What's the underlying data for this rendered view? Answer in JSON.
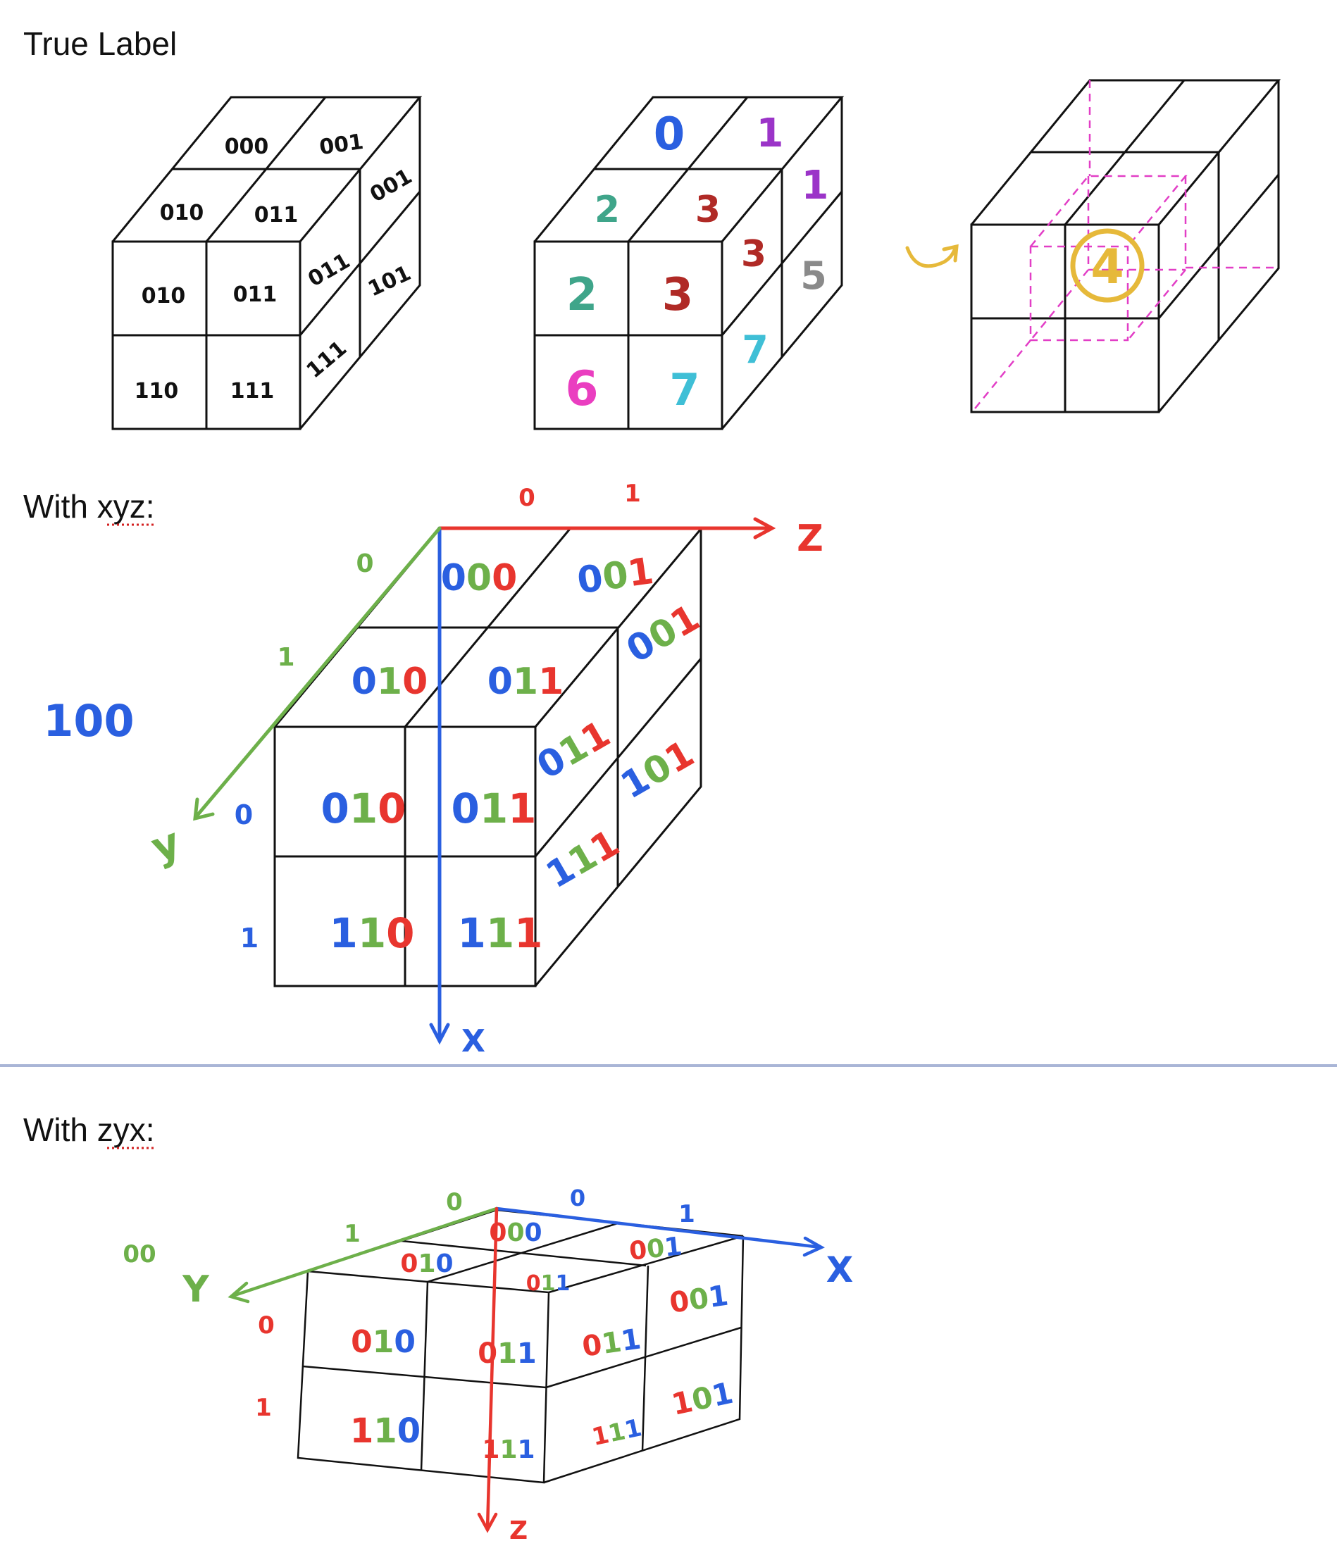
{
  "headings": {
    "true_label": "True Label",
    "xyz": "With xyz:",
    "xyz_marked": "xyz",
    "zyx": "With zyx:",
    "zyx_marked": "zyx"
  },
  "colors": {
    "red": "#e8352e",
    "blue": "#2a5fe0",
    "green": "#6db04a",
    "purple": "#9b34c8",
    "teal": "#3fa58a",
    "darkred": "#b02a26",
    "pink": "#ea3ec0",
    "cyan": "#3fbfd6",
    "gray": "#8a8a8a",
    "yellow": "#e6b93a",
    "magenta": "#e23ec6",
    "divider": "#a9b5d6"
  },
  "cube1": {
    "top_back": [
      "000",
      "001"
    ],
    "top_front": [
      "010",
      "011"
    ],
    "front_top": [
      "010",
      "011"
    ],
    "front_bottom": [
      "110",
      "111"
    ],
    "side_top": [
      "011",
      "001"
    ],
    "side_bottom": [
      "111",
      "101"
    ]
  },
  "cube2": {
    "top_back": [
      "0",
      "1"
    ],
    "top_front": [
      "2",
      "3"
    ],
    "front_top": [
      "2",
      "3"
    ],
    "front_bottom": [
      "6",
      "7"
    ],
    "side_top": [
      "3",
      "1"
    ],
    "side_bottom": [
      "7",
      "5"
    ]
  },
  "cube3": {
    "hidden_label": "4",
    "rotate_icon": "rotate-arrow-icon"
  },
  "xyz": {
    "axes": {
      "z": "Z",
      "x": "X",
      "y": "y"
    },
    "z_ticks": [
      "0",
      "1"
    ],
    "y_ticks": [
      "0",
      "1"
    ],
    "x_ticks": [
      "0",
      "1"
    ],
    "hidden_code": "100",
    "top_back": [
      "000",
      "001"
    ],
    "top_front": [
      "010",
      "011"
    ],
    "front_top": [
      "010",
      "011"
    ],
    "front_bottom": [
      "110",
      "111"
    ],
    "side_top": [
      "011",
      "001"
    ],
    "side_bottom": [
      "111",
      "101"
    ]
  },
  "zyx": {
    "axes": {
      "x": "X",
      "y": "Y",
      "z": "Z"
    },
    "x_ticks": [
      "0",
      "1"
    ],
    "y_ticks": [
      "0",
      "1"
    ],
    "z_ticks": [
      "0",
      "1"
    ],
    "hidden_code": "00",
    "top_back": [
      "000",
      "001"
    ],
    "top_front": [
      "010",
      "011"
    ],
    "front_top": [
      "010",
      "011"
    ],
    "front_bottom": [
      "110",
      "111"
    ],
    "side_top": [
      "011",
      "001"
    ],
    "side_bottom": [
      "111",
      "101"
    ]
  }
}
